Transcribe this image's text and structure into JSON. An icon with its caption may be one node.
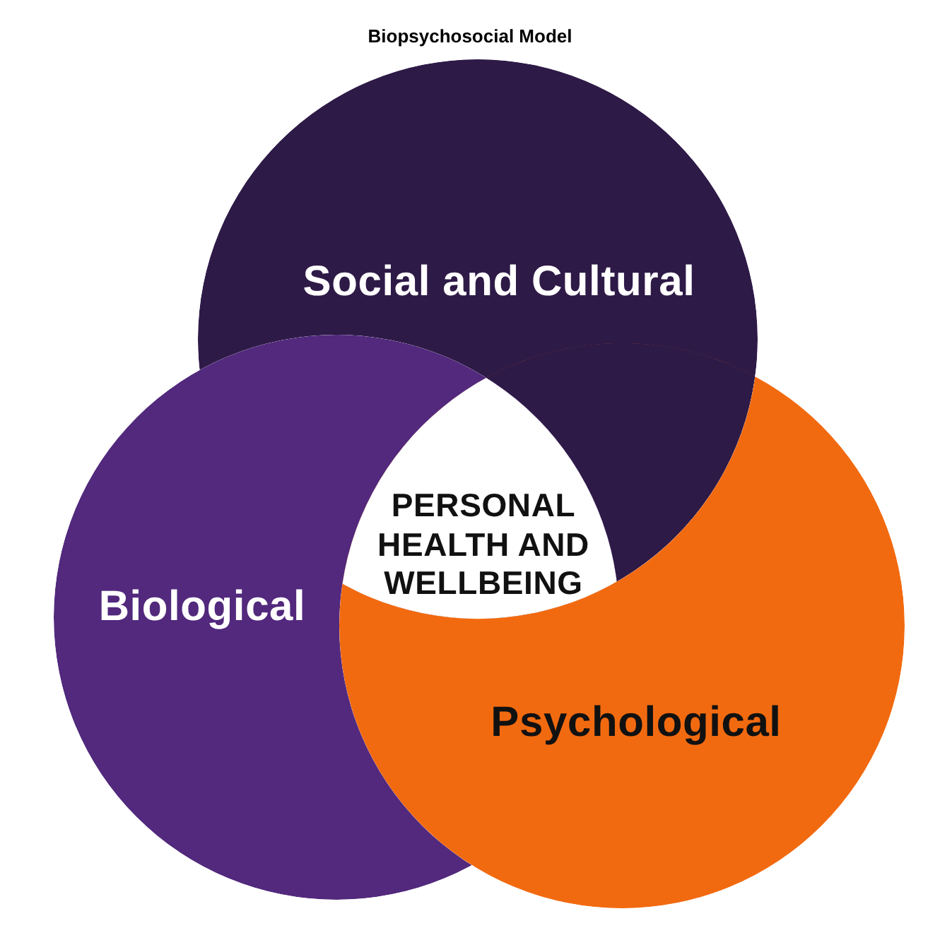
{
  "diagram": {
    "title": "Biopsychosocial Model",
    "nodes": [
      {
        "text": [
          "Social and Cultural"
        ]
      },
      {
        "text": [
          "PERSONAL HEALTH AND WELLBEING"
        ]
      },
      {
        "text": [
          "Biological"
        ]
      },
      {
        "text": [
          "Psychological"
        ]
      }
    ]
  }
}
